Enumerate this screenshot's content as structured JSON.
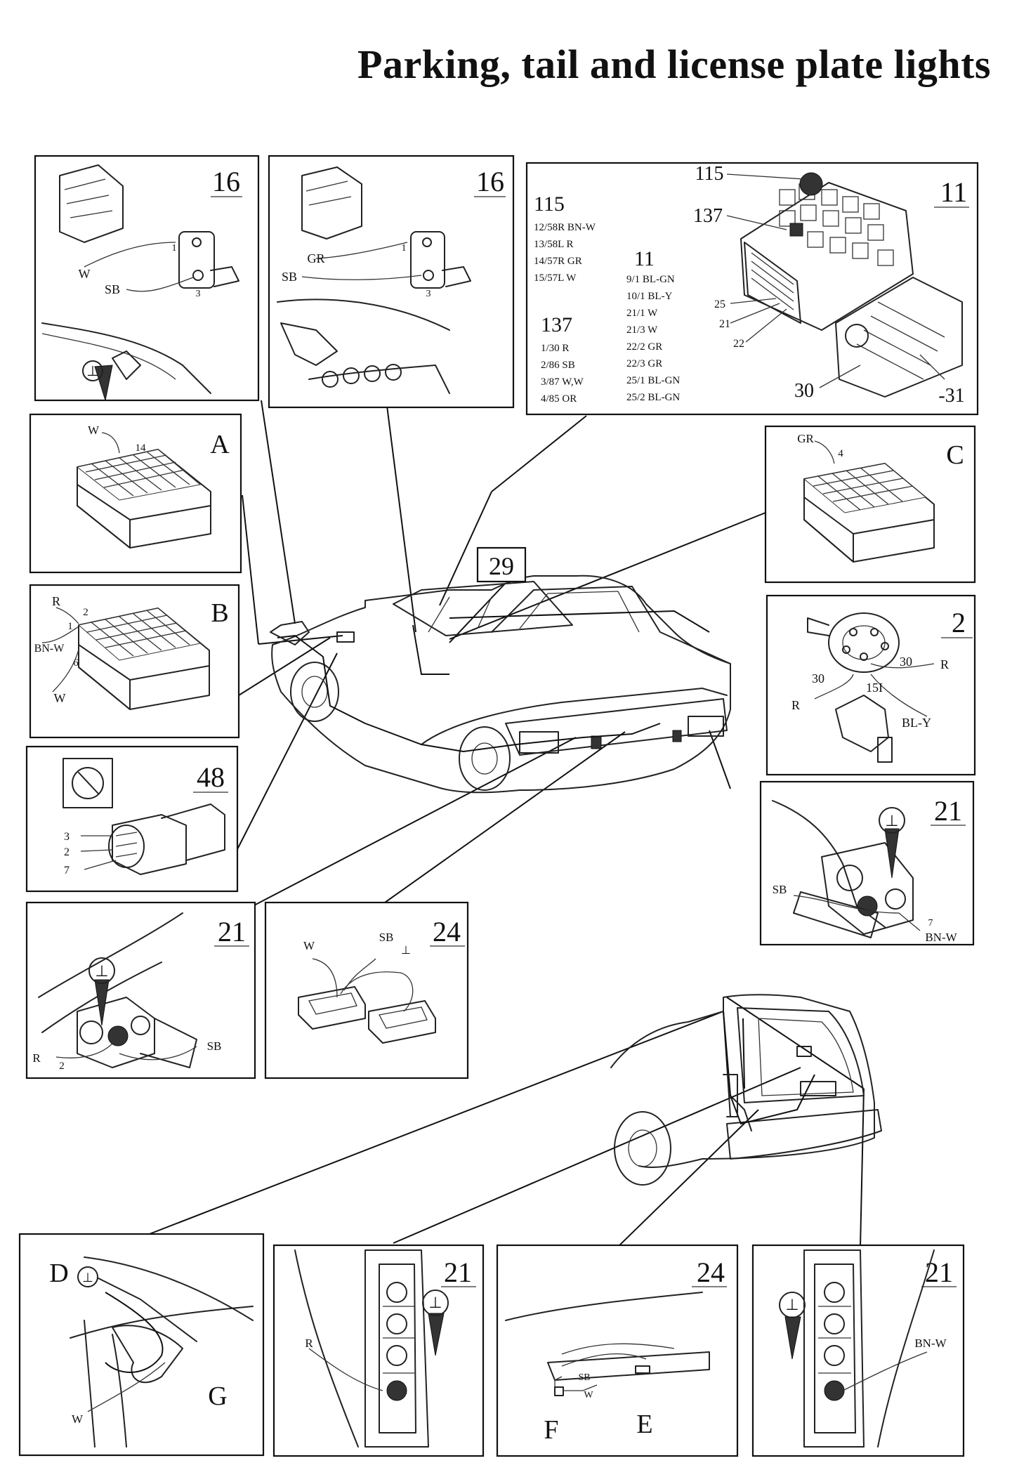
{
  "title": "Parking, tail and license plate lights",
  "panels": {
    "p16a": {
      "number": "16",
      "wires": [
        "W",
        "SB"
      ],
      "pins": [
        "1",
        "3"
      ]
    },
    "p16b": {
      "number": "16",
      "wires": [
        "GR",
        "SB"
      ],
      "pins": [
        "1",
        "3"
      ]
    },
    "p11": {
      "number": "11",
      "relay115": {
        "heading": "115",
        "rows": [
          "12/58R BN-W",
          "13/58L R",
          "14/57R GR",
          "15/57L W"
        ]
      },
      "relay137": {
        "heading": "137",
        "rows": [
          "1/30 R",
          "2/86 SB",
          "3/87 W,W",
          "4/85 OR"
        ]
      },
      "central": {
        "heading": "11",
        "rows": [
          "9/1 BL-GN",
          "10/1 BL-Y",
          "21/1 W",
          "21/3 W",
          "22/2 GR",
          "22/3 GR",
          "25/1 BL-GN",
          "25/2 BL-GN"
        ]
      },
      "callouts": [
        "115",
        "137",
        "25",
        "21",
        "22",
        "30",
        "-31"
      ]
    },
    "pA": {
      "letter": "A",
      "wire": "W",
      "pin": "14"
    },
    "pB": {
      "letter": "B",
      "wires": [
        "R",
        "BN-W",
        "W"
      ],
      "pins": [
        "2",
        "1",
        "6"
      ]
    },
    "pC": {
      "letter": "C",
      "wire": "GR",
      "pin": "4"
    },
    "p2": {
      "number": "2",
      "labels": [
        "30",
        "R",
        "30",
        "R",
        "15I",
        "BL-Y"
      ]
    },
    "p48": {
      "number": "48",
      "pins": [
        "3",
        "2",
        "7"
      ]
    },
    "p21a": {
      "number": "21",
      "labels": [
        "R",
        "2",
        "SB"
      ]
    },
    "p24a": {
      "number": "24",
      "wires": [
        "W",
        "SB"
      ]
    },
    "p21r": {
      "number": "21",
      "labels": [
        "SB",
        "7",
        "BN-W"
      ]
    },
    "p29": {
      "number": "29"
    },
    "pD": {
      "letters": [
        "D",
        "G"
      ],
      "wire": "W"
    },
    "p21c": {
      "number": "21",
      "wire": "R"
    },
    "p24b": {
      "number": "24",
      "wires": [
        "SB",
        "W"
      ],
      "letters": [
        "F",
        "E"
      ]
    },
    "p21d": {
      "number": "21",
      "wire": "BN-W"
    }
  },
  "ground_symbol": "⊥",
  "colors": {
    "line": "#111111",
    "background": "#ffffff"
  }
}
